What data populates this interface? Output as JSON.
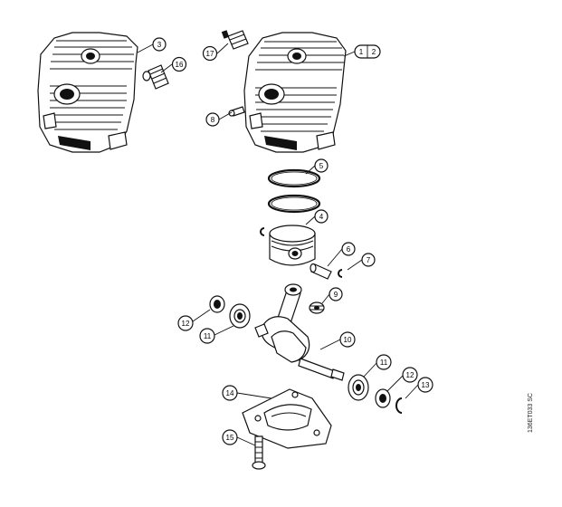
{
  "diagram": {
    "part_callouts": [
      "1",
      "2",
      "3",
      "4",
      "5",
      "6",
      "7",
      "8",
      "9",
      "10",
      "11",
      "11",
      "12",
      "12",
      "13",
      "14",
      "15",
      "16",
      "17"
    ],
    "drawing_code": "136ET033 SC"
  }
}
